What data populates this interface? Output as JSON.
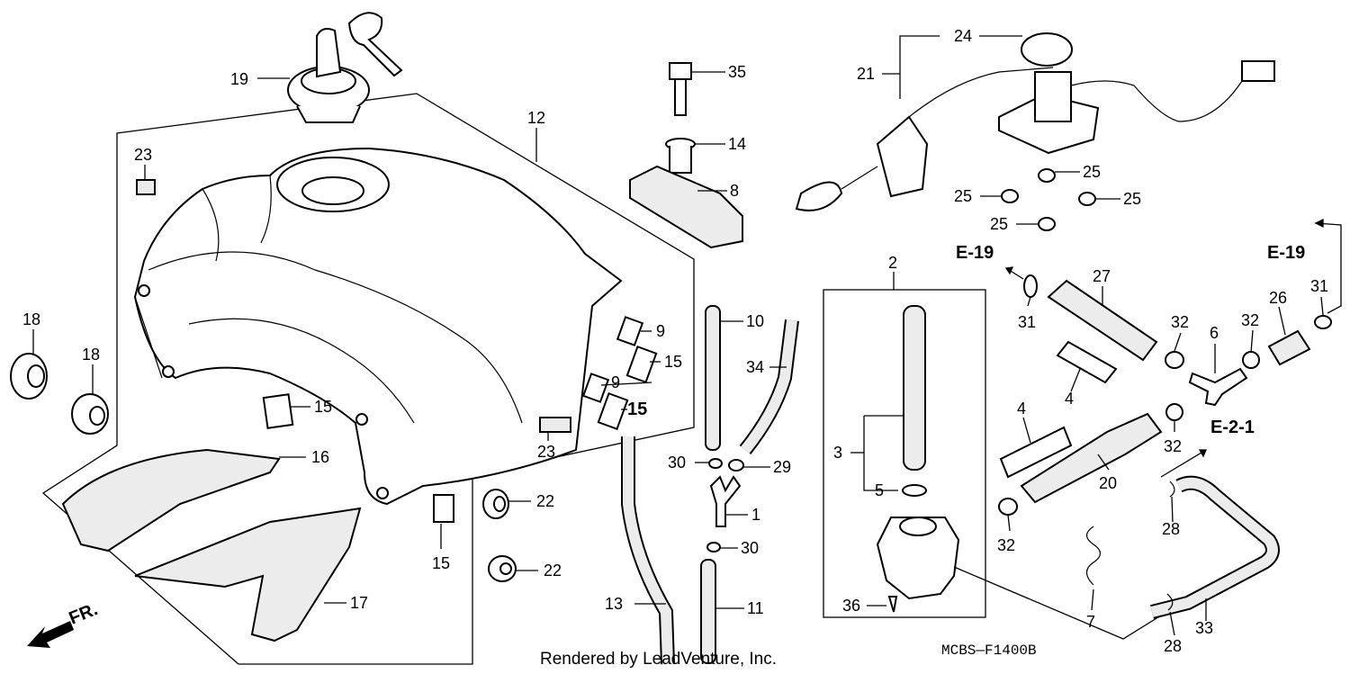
{
  "diagram": {
    "labels": {
      "l1": "1",
      "l2": "2",
      "l3": "3",
      "l4a": "4",
      "l4b": "4",
      "l5": "5",
      "l6": "6",
      "l7": "7",
      "l8": "8",
      "l9a": "9",
      "l9b": "9",
      "l10": "10",
      "l11": "11",
      "l12": "12",
      "l13": "13",
      "l14": "14",
      "l15a": "15",
      "l15b": "15",
      "l15c": "15",
      "l15d": "15",
      "l16": "16",
      "l17": "17",
      "l18a": "18",
      "l18b": "18",
      "l19": "19",
      "l20": "20",
      "l21": "21",
      "l22a": "22",
      "l22b": "22",
      "l23a": "23",
      "l23b": "23",
      "l24": "24",
      "l25a": "25",
      "l25b": "25",
      "l25c": "25",
      "l25d": "25",
      "l26": "26",
      "l27": "27",
      "l28a": "28",
      "l28b": "28",
      "l29": "29",
      "l30a": "30",
      "l30b": "30",
      "l31a": "31",
      "l31b": "31",
      "l32a": "32",
      "l32b": "32",
      "l32c": "32",
      "l32d": "32",
      "l33": "33",
      "l34": "34",
      "l35": "35",
      "l36": "36"
    },
    "refs": {
      "e19_left": "E-19",
      "e19_right": "E-19",
      "e21": "E-2-1"
    },
    "direction": "FR.",
    "code": "MCBS—F1400B",
    "footer": "Rendered by LeadVenture, Inc."
  }
}
